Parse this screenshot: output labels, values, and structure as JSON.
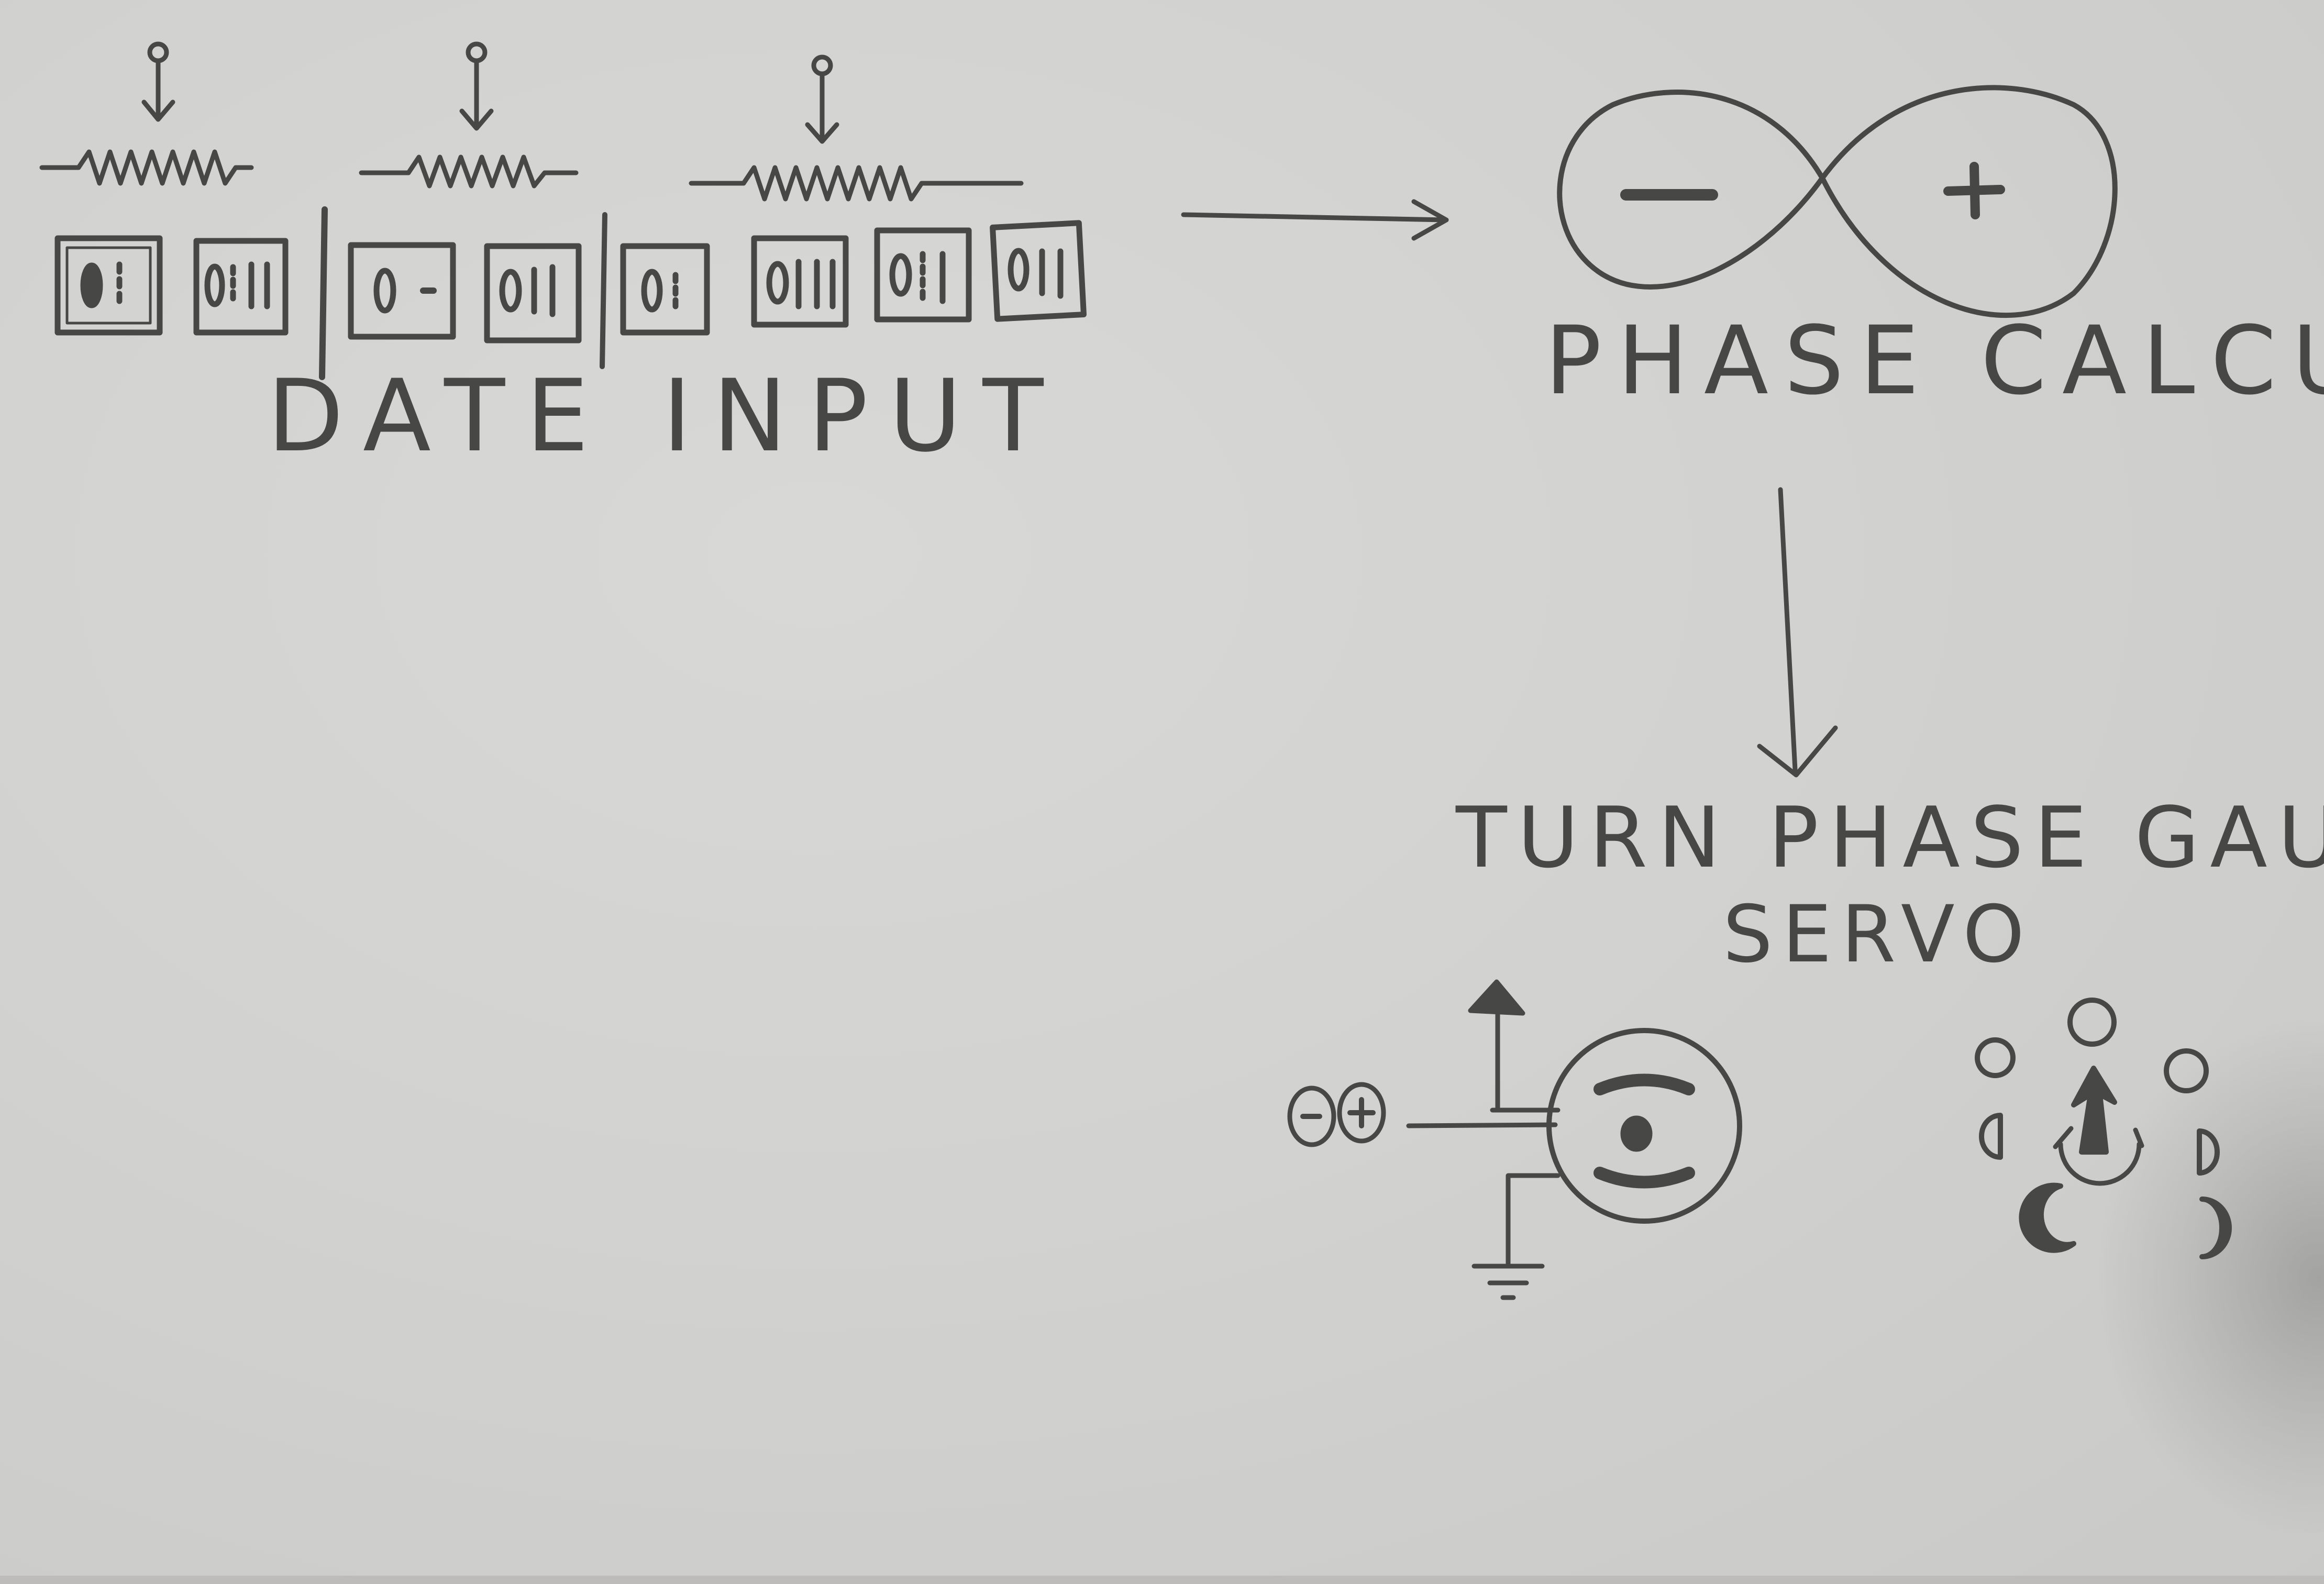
{
  "title": "",
  "labels": {
    "date_input": "DATE INPUT",
    "phase_calculation": "PHASE CALCULATIO",
    "turn_gauge": "TURN PHASE GAUGE",
    "servo": "SERVO"
  },
  "icons": [
    "potentiometer-icon",
    "seven-segment-display-icon",
    "infinity-loop-icon",
    "minus-sign-icon",
    "plus-sign-icon",
    "arrow-right-icon",
    "arrow-down-icon",
    "servo-motor-icon",
    "ground-symbol-icon",
    "moon-phase-gauge-icon"
  ],
  "colors": {
    "paper": "#d2d2d0",
    "pencil": "#474745"
  }
}
